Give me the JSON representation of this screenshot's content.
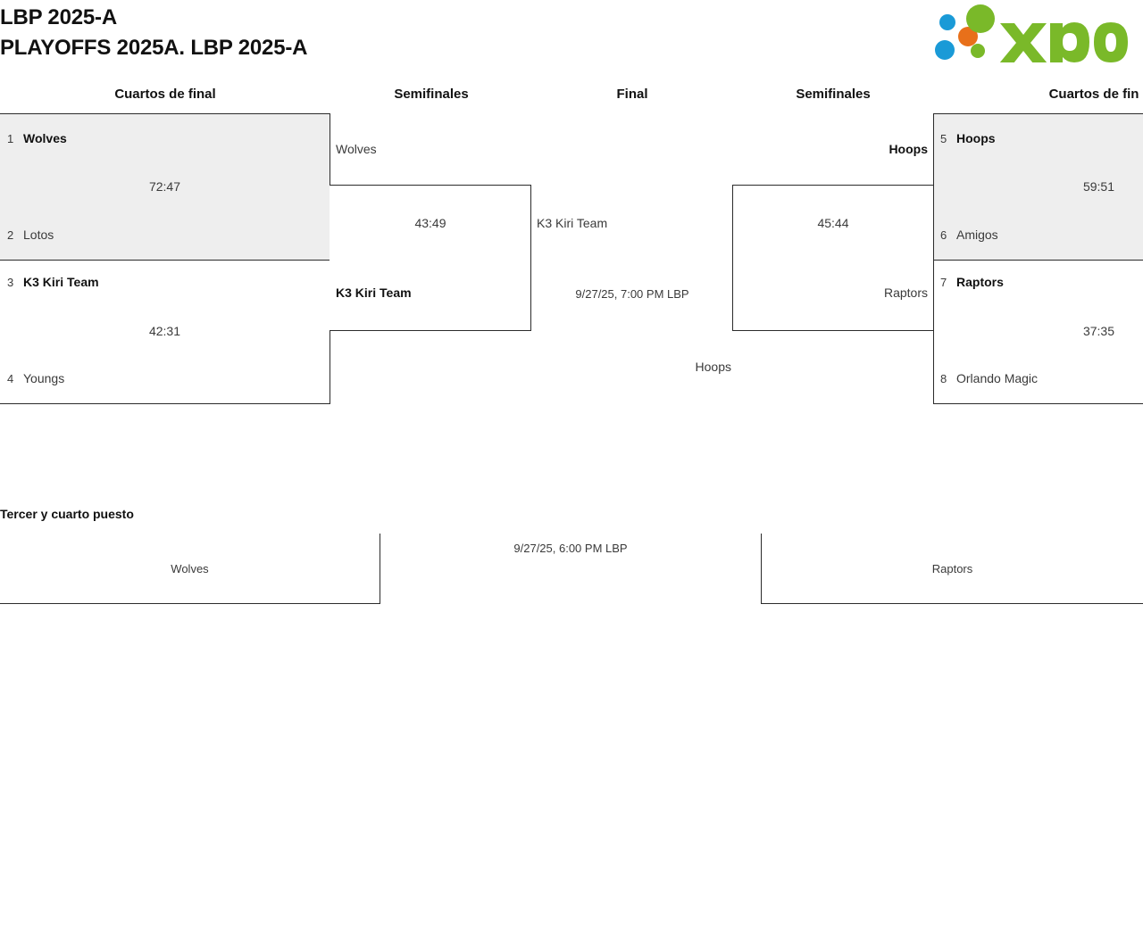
{
  "header": {
    "title": "LBP 2025-A\nPLAYOFFS 2025A. LBP 2025-A",
    "logo_name": "xporty",
    "logo_colors": {
      "green": "#7ab929",
      "orange": "#e8701a",
      "blue": "#1a9ad7"
    }
  },
  "bracket": {
    "round_headers": [
      {
        "label": "Cuartos de final"
      },
      {
        "label": "Semifinales"
      },
      {
        "label": "Final"
      },
      {
        "label": "Semifinales"
      },
      {
        "label": "Cuartos de fin"
      }
    ],
    "left_quarterfinals": [
      {
        "seed_top": "1",
        "team_top": "Wolves",
        "seed_bottom": "2",
        "team_bottom": "Lotos",
        "score": "72:47",
        "winner": "top",
        "highlighted": true
      },
      {
        "seed_top": "3",
        "team_top": "K3 Kiri Team",
        "seed_bottom": "4",
        "team_bottom": "Youngs",
        "score": "42:31",
        "winner": "top",
        "highlighted": false
      }
    ],
    "right_quarterfinals": [
      {
        "seed_top": "5",
        "team_top": "Hoops",
        "seed_bottom": "6",
        "team_bottom": "Amigos",
        "score": "59:51",
        "winner": "top",
        "highlighted": true
      },
      {
        "seed_top": "7",
        "team_top": "Raptors",
        "seed_bottom": "8",
        "team_bottom": "Orlando Magic",
        "score": "37:35",
        "winner": "top",
        "highlighted": false
      }
    ],
    "left_semifinal": {
      "team_top": "Wolves",
      "team_bottom": "K3 Kiri Team",
      "score": "43:49",
      "winner": "bottom"
    },
    "right_semifinal": {
      "team_top": "Hoops",
      "team_bottom": "Raptors",
      "score": "45:44",
      "winner": "top"
    },
    "final": {
      "team_left": "K3 Kiri Team",
      "team_right": "Hoops",
      "datetime": "9/27/25, 7:00 PM LBP"
    }
  },
  "third_place": {
    "title": "Tercer y cuarto puesto",
    "team_left": "Wolves",
    "team_right": "Raptors",
    "datetime": "9/27/25, 6:00 PM LBP"
  }
}
